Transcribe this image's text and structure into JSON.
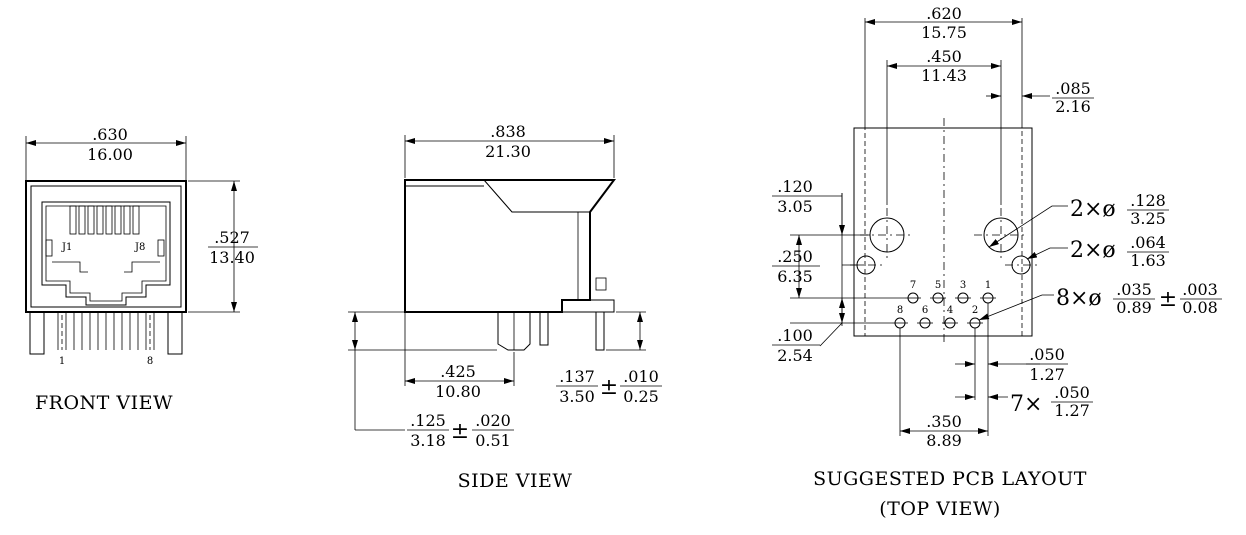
{
  "front": {
    "width_in": ".630",
    "width_mm": "16.00",
    "height_in": ".527",
    "height_mm": "13.40",
    "label_j1": "J1",
    "label_j8": "J8",
    "pin_1": "1",
    "pin_8": "8",
    "caption": "FRONT VIEW"
  },
  "side": {
    "length_in": ".838",
    "length_mm": "21.30",
    "offset_in": ".425",
    "offset_mm": "10.80",
    "tail_in": ".137",
    "tail_mm": "3.50",
    "tail_tol_in": ".010",
    "tail_tol_mm": "0.25",
    "stand_in": ".125",
    "stand_mm": "3.18",
    "stand_tol_in": ".020",
    "stand_tol_mm": "0.51",
    "pm": "±",
    "caption": "SIDE VIEW"
  },
  "pcb": {
    "w_in": ".620",
    "w_mm": "15.75",
    "hole_span_in": ".450",
    "hole_span_mm": "11.43",
    "edge_in": ".085",
    "edge_mm": "2.16",
    "y1_in": ".120",
    "y1_mm": "3.05",
    "y2_in": ".250",
    "y2_mm": "6.35",
    "row_in": ".100",
    "row_mm": "2.54",
    "big_hole_qty": "2×ø",
    "big_hole_in": ".128",
    "big_hole_mm": "3.25",
    "small_hole_qty": "2×ø",
    "small_hole_in": ".064",
    "small_hole_mm": "1.63",
    "pin_hole_qty": "8×ø",
    "pin_hole_in": ".035",
    "pin_hole_mm": "0.89",
    "pin_hole_tol_in": ".003",
    "pin_hole_tol_mm": "0.08",
    "pm": "±",
    "pitch_in": ".050",
    "pitch_mm": "1.27",
    "pitch_qty": "7×",
    "pitch_total_in": ".050",
    "pitch_total_mm": "1.27",
    "span_in": ".350",
    "span_mm": "8.89",
    "pin_labels_top": [
      "7",
      "5",
      "3",
      "1"
    ],
    "pin_labels_bottom": [
      "8",
      "6",
      "4",
      "2"
    ],
    "caption_1": "SUGGESTED PCB LAYOUT",
    "caption_2": "(TOP VIEW)"
  }
}
